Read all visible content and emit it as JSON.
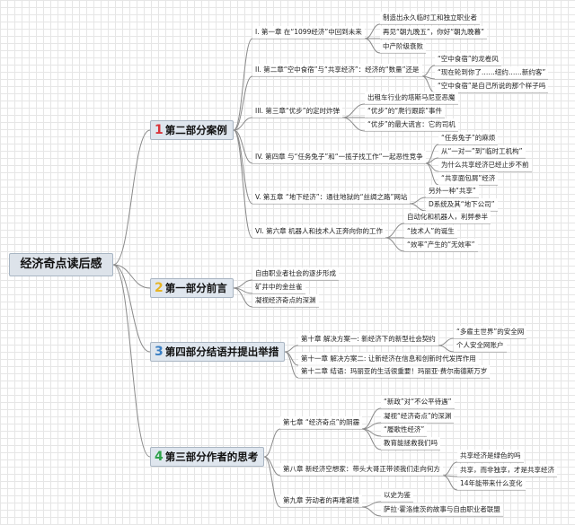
{
  "root": "经济奇点读后感",
  "parts": [
    {
      "num": "1",
      "num_color": "#d9343b",
      "label": "第二部分案例",
      "chapters": [
        {
          "label": "I. 第一章 在“1099经济”中回到未来",
          "items": [
            "制造出永久临时工和独立职业者",
            "再见“朝九晚五”，你好“朝九晚暮”",
            "中产阶级衰败"
          ]
        },
        {
          "label": "II. 第二章“空中食宿”与“共享经济”：经济的“数量”还是",
          "items": [
            "“空中食宿”的龙卷风",
            "“现在轮到你了……纽约……新约客”",
            "“空中食宿”是自己所说的那个样子吗"
          ]
        },
        {
          "label": "III. 第三章“优步”的定时炸弹",
          "items": [
            "出租车行业的塔斯马尼亚恶魔",
            "“优步”的“爬行跟踪”事件",
            "“优步”的最大谎言：它的司机"
          ]
        },
        {
          "label": "IV. 第四章 与“任务兔子”和“一揽子找工作”一起恶性竞争",
          "items": [
            "“任务兔子”的麻烦",
            "从“一对一”到“临时工机构”",
            "为什么共享经济已经止步不前",
            "“共享面包屑”经济"
          ]
        },
        {
          "label": "V. 第五章 “地下经济”：通往地狱的“丝绸之路”网站",
          "items": [
            "另外一种“共享”",
            "D系统及其“地下公司”"
          ]
        },
        {
          "label": "VI. 第六章 机器人和技术人正奔向你的工作",
          "items": [
            "自动化和机器人，利弊参半",
            "“技术人”的诞生",
            "“效率”产生的“无效率”"
          ]
        }
      ]
    },
    {
      "num": "2",
      "num_color": "#e6b422",
      "label": "第一部分前言",
      "items": [
        "自由职业者社会的逐步形成",
        "矿井中的金丝雀",
        "凝视经济奇点的深渊"
      ]
    },
    {
      "num": "3",
      "num_color": "#3a7fc4",
      "label": "第四部分结语并提出举措",
      "chapters": [
        {
          "label": "第十章 解决方案一: 新经济下的新型社会契约",
          "items": [
            "“多雇主世界”的安全网",
            "个人安全网账户"
          ]
        },
        {
          "label": "第十一章 解决方案二: 让新经济在信息和创新时代发挥作用",
          "items": []
        },
        {
          "label": "第十二章 结语：玛丽亚的生活很重要！玛丽亚·费尔南德斯万岁",
          "items": []
        }
      ]
    },
    {
      "num": "4",
      "num_color": "#2ea24a",
      "label": "第三部分作者的思考",
      "chapters": [
        {
          "label": "第七章 “经济奇点”的阴霾",
          "items": [
            "“新政”对“不公平待遇”",
            "凝视“经济奇点”的深渊",
            "“履歌性经济”",
            "教育能拯救我们吗"
          ]
        },
        {
          "label": "第八章 新经济空想家：带头大哥正带领我们走向何方",
          "items": [
            "共享经济是绿色的吗",
            "共享，而非独享，才是共享经济",
            "14年能带来什么变化"
          ]
        },
        {
          "label": "第九章 劳动者的再难窘境",
          "items": [
            "以史为鉴",
            "萨拉·霍洛维茨的故事与自由职业者联盟"
          ]
        }
      ]
    }
  ]
}
